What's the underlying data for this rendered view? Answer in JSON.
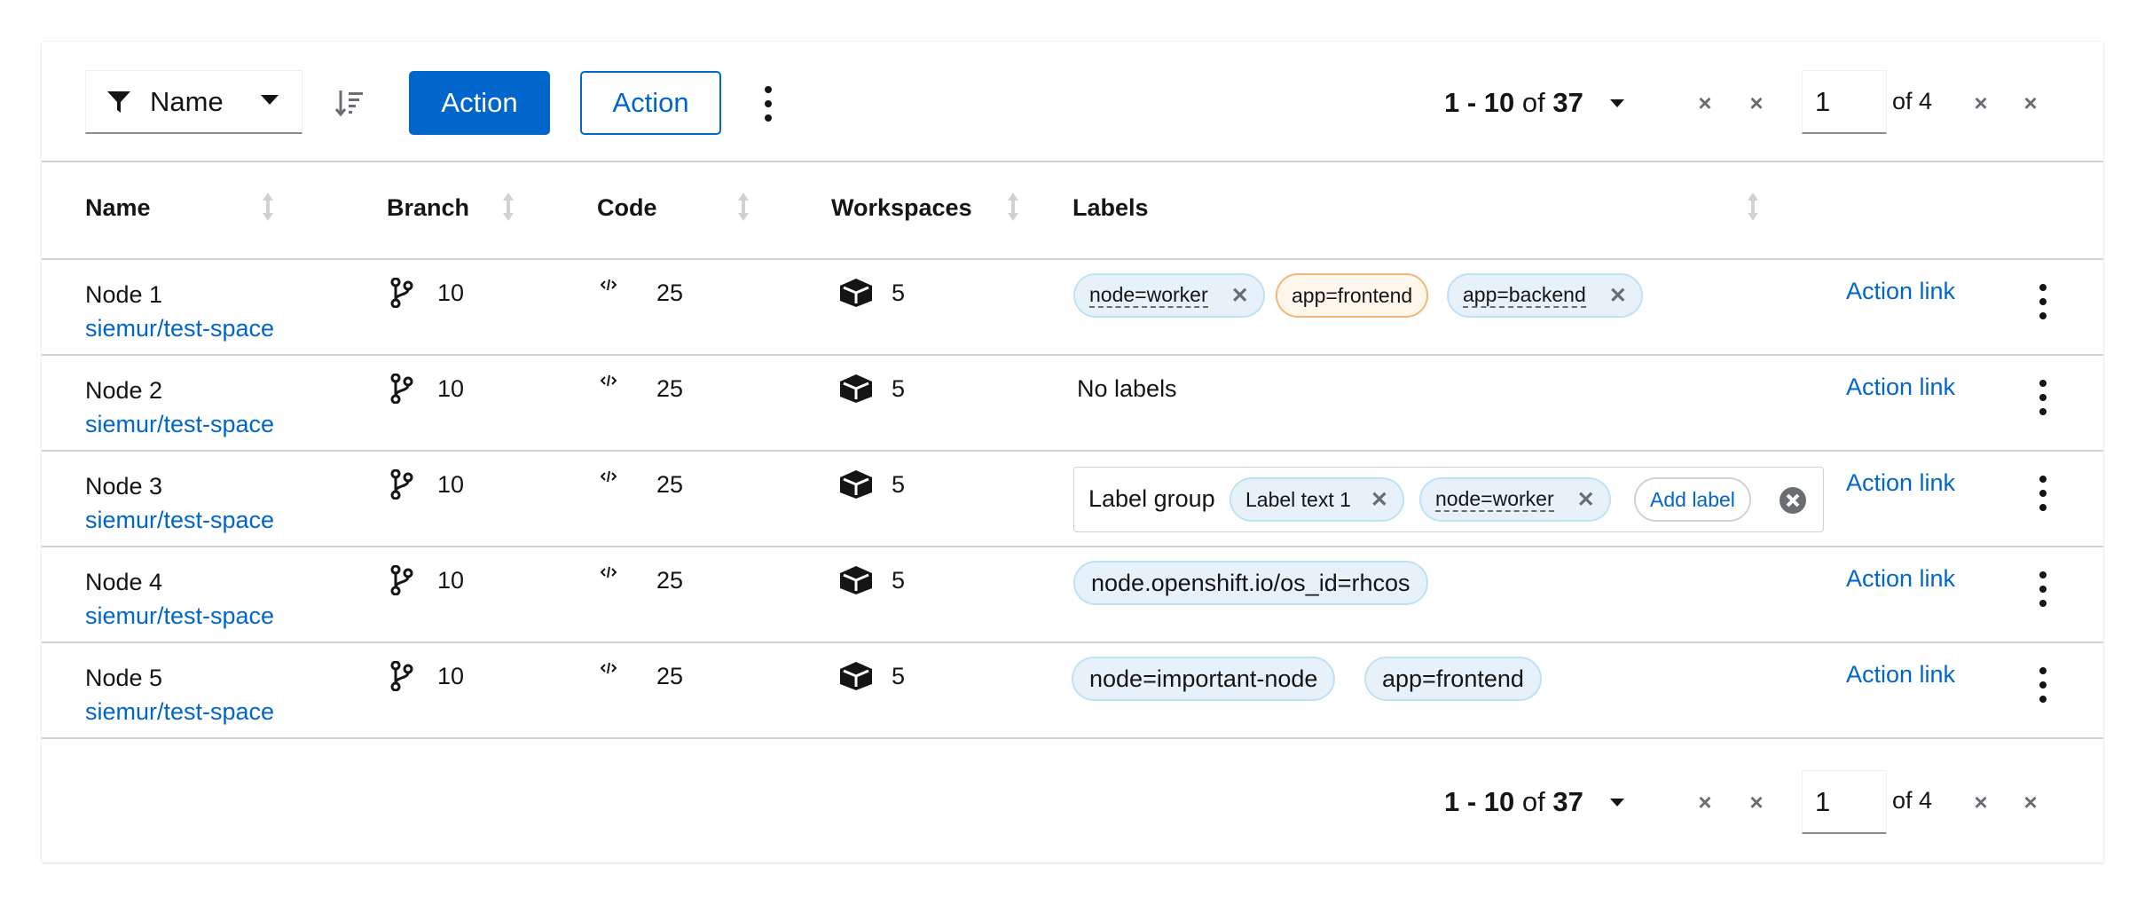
{
  "toolbar": {
    "filter_label": "Name",
    "primary_action": "Action",
    "secondary_action": "Action"
  },
  "pagination_top": {
    "range_start": "1 - 10",
    "range_of": "of",
    "total": "37",
    "page": "1",
    "of_pages": "of 4"
  },
  "pagination_bottom": {
    "range_start": "1 - 10",
    "range_of": "of",
    "total": "37",
    "page": "1",
    "of_pages": "of 4"
  },
  "columns": [
    "Name",
    "Branch",
    "Code",
    "Workspaces",
    "Labels"
  ],
  "rows": [
    {
      "name": "Node 1",
      "repo": "siemur/test-space",
      "branches": "10",
      "code": "25",
      "workspaces": "5",
      "action": "Action link",
      "labels": [
        {
          "text": "node=worker",
          "color": "blue",
          "closable": true,
          "editable": true
        },
        {
          "text": "app=frontend",
          "color": "orange",
          "closable": false,
          "editable": false
        },
        {
          "text": "app=backend",
          "color": "blue",
          "closable": true,
          "editable": true
        }
      ]
    },
    {
      "name": "Node 2",
      "repo": "siemur/test-space",
      "branches": "10",
      "code": "25",
      "workspaces": "5",
      "action": "Action link",
      "no_labels": "No labels"
    },
    {
      "name": "Node 3",
      "repo": "siemur/test-space",
      "branches": "10",
      "code": "25",
      "workspaces": "5",
      "action": "Action link",
      "label_group": {
        "category": "Label group",
        "labels": [
          "Label text 1",
          "node=worker"
        ],
        "add_label": "Add label"
      }
    },
    {
      "name": "Node 4",
      "repo": "siemur/test-space",
      "branches": "10",
      "code": "25",
      "workspaces": "5",
      "action": "Action link",
      "labels": [
        {
          "text": "node.openshift.io/os_id=rhcos",
          "color": "blue"
        }
      ]
    },
    {
      "name": "Node 5",
      "repo": "siemur/test-space",
      "branches": "10",
      "code": "25",
      "workspaces": "5",
      "action": "Action link",
      "labels": [
        {
          "text": "node=important-node",
          "color": "blue"
        },
        {
          "text": "app=frontend",
          "color": "blue"
        }
      ]
    }
  ],
  "colors": {
    "primary": "#0066cc",
    "border": "#d2d2d2",
    "label_blue_bg": "#e7f1fa",
    "label_orange_border": "#f4b678"
  },
  "icons": [
    "filter-icon",
    "sort-amount-down-icon",
    "kebab-icon",
    "code-branch-icon",
    "code-icon",
    "cube-icon",
    "times-icon",
    "times-circle-icon",
    "sort-icon"
  ]
}
